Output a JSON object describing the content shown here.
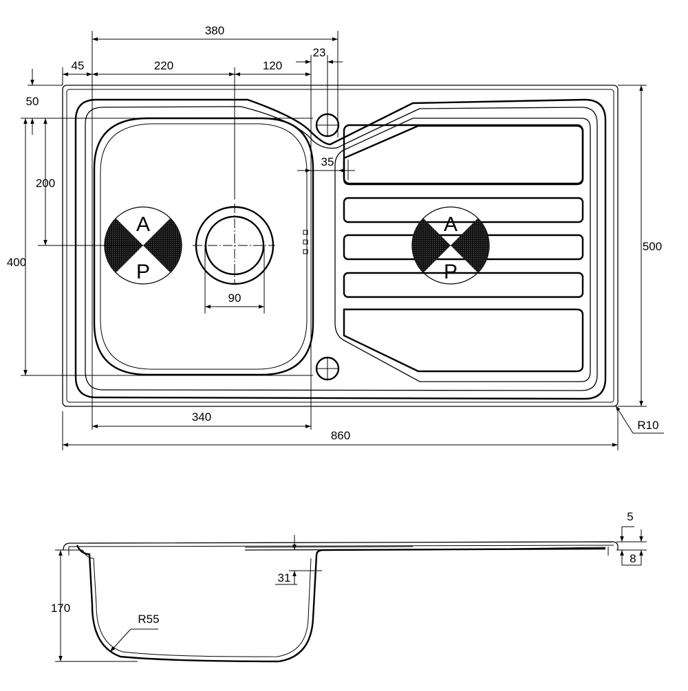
{
  "dimensions": {
    "overall_width": "860",
    "overall_depth": "500",
    "bowl_width": "340",
    "bowl_depth": "400",
    "bowl_to_inner_edge": "380",
    "left_margin": "45",
    "waste_offset_x": "220",
    "drainer_offset": "120",
    "tap_hole_dia": "23",
    "front_margin": "50",
    "waste_offset_y": "200",
    "tap_to_drainer": "35",
    "waste_dia": "90",
    "corner_radius": "R10",
    "bowl_height": "170",
    "bowl_radius": "R55",
    "drainer_depth": "31",
    "rim_step": "5",
    "rim_height": "8"
  },
  "markers": {
    "top_letter": "A",
    "bottom_letter": "P"
  },
  "colors": {
    "line": "#000000",
    "background": "#ffffff"
  }
}
